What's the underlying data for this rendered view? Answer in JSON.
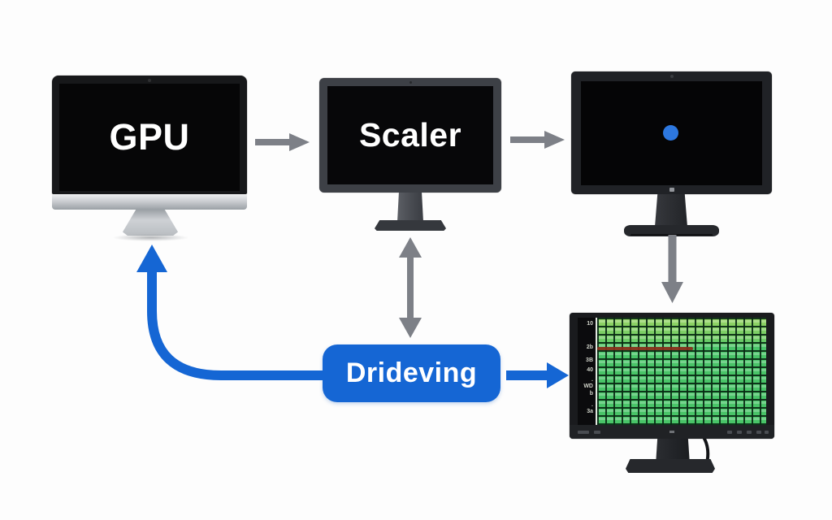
{
  "diagram": {
    "nodes": {
      "gpu": {
        "label": "GPU"
      },
      "scaler": {
        "label": "Scaler"
      },
      "dot_display": {
        "content": "blue-dot"
      },
      "pixel_grid_display": {
        "axis_labels": [
          "10",
          "2b",
          "3B",
          "40",
          ".",
          "WD",
          "b",
          ".",
          "3a"
        ]
      }
    },
    "process_box": {
      "label": "Drideving"
    },
    "connections": [
      {
        "from": "gpu",
        "to": "scaler",
        "style": "gray-right"
      },
      {
        "from": "scaler",
        "to": "dot_display",
        "style": "gray-right"
      },
      {
        "from": "scaler",
        "to": "process_box",
        "style": "gray-bidirectional-vertical"
      },
      {
        "from": "dot_display",
        "to": "pixel_grid_display",
        "style": "gray-down"
      },
      {
        "from": "process_box",
        "to": "pixel_grid_display",
        "style": "blue-right"
      },
      {
        "from": "process_box",
        "to": "gpu",
        "style": "blue-curved-up"
      }
    ],
    "colors": {
      "accent_blue": "#1566d4",
      "dot_blue": "#2d78e0",
      "arrow_gray": "#7d8087",
      "grid_green": "#49c468",
      "grid_gap_green": "#0a2a14",
      "red_line": "#8b2c1a",
      "background": "#fdfdfd"
    }
  }
}
